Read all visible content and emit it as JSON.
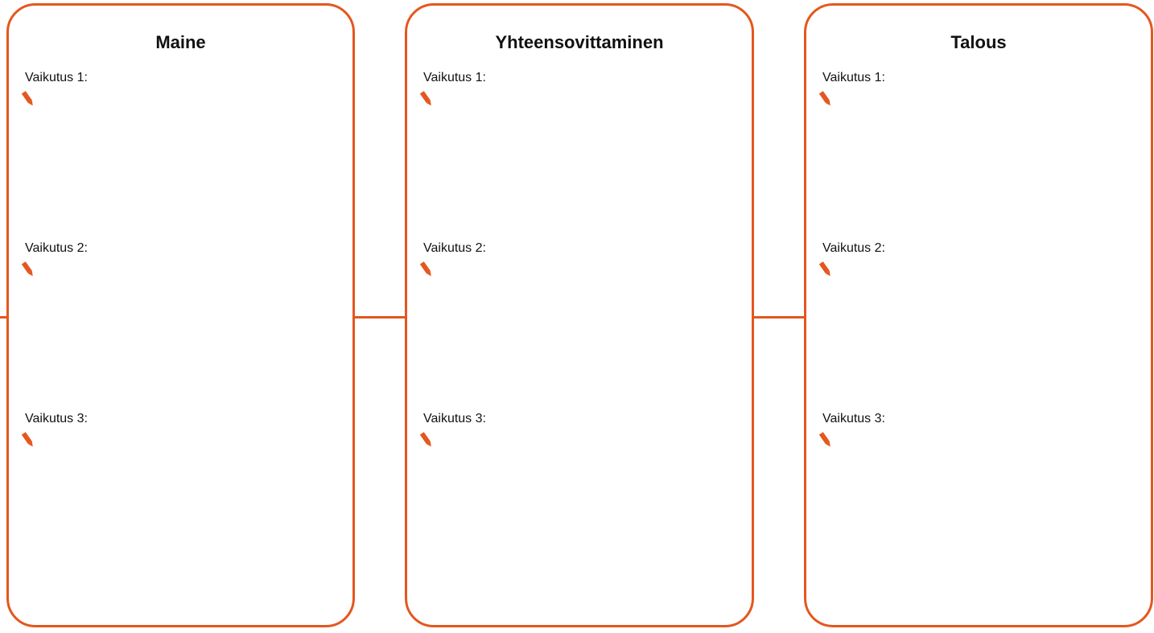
{
  "colors": {
    "accent": "#e4571e"
  },
  "cards": [
    {
      "title": "Maine",
      "fields": [
        {
          "label": "Vaikutus 1:",
          "icon": "pencil-icon"
        },
        {
          "label": "Vaikutus 2:",
          "icon": "pencil-icon"
        },
        {
          "label": "Vaikutus 3:",
          "icon": "pencil-icon"
        }
      ]
    },
    {
      "title": "Yhteensovittaminen",
      "fields": [
        {
          "label": "Vaikutus 1:",
          "icon": "pencil-icon"
        },
        {
          "label": "Vaikutus 2:",
          "icon": "pencil-icon"
        },
        {
          "label": "Vaikutus 3:",
          "icon": "pencil-icon"
        }
      ]
    },
    {
      "title": "Talous",
      "fields": [
        {
          "label": "Vaikutus 1:",
          "icon": "pencil-icon"
        },
        {
          "label": "Vaikutus 2:",
          "icon": "pencil-icon"
        },
        {
          "label": "Vaikutus 3:",
          "icon": "pencil-icon"
        }
      ]
    }
  ]
}
